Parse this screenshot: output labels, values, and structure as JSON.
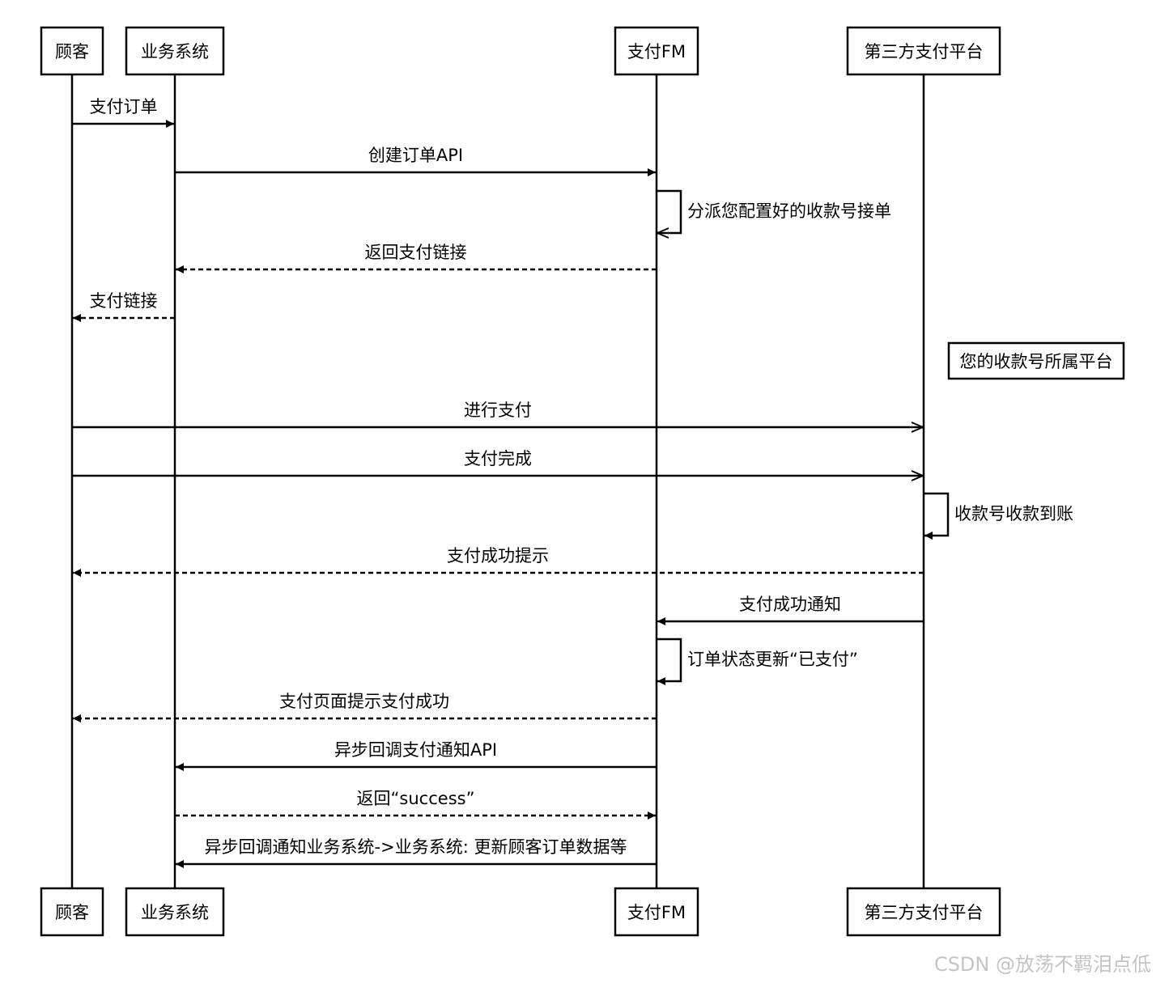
{
  "participants": [
    {
      "id": "customer",
      "label": "顾客"
    },
    {
      "id": "biz",
      "label": "业务系统"
    },
    {
      "id": "payfm",
      "label": "支付FM"
    },
    {
      "id": "thirdparty",
      "label": "第三方支付平台"
    }
  ],
  "messages": [
    {
      "from": "customer",
      "to": "biz",
      "label": "支付订单",
      "style": "solid",
      "head": "filled"
    },
    {
      "from": "biz",
      "to": "payfm",
      "label": "创建订单API",
      "style": "solid",
      "head": "filled"
    },
    {
      "from": "payfm",
      "to": "payfm",
      "label": "分派您配置好的收款号接单",
      "style": "solid",
      "head": "open"
    },
    {
      "from": "payfm",
      "to": "biz",
      "label": "返回支付链接",
      "style": "dashed",
      "head": "filled"
    },
    {
      "from": "biz",
      "to": "customer",
      "label": "支付链接",
      "style": "dashed",
      "head": "filled"
    },
    {
      "from": "customer",
      "to": "thirdparty",
      "label": "进行支付",
      "style": "solid",
      "head": "open"
    },
    {
      "from": "customer",
      "to": "thirdparty",
      "label": "支付完成",
      "style": "solid",
      "head": "open"
    },
    {
      "from": "thirdparty",
      "to": "thirdparty",
      "label": "收款号收款到账",
      "style": "solid",
      "head": "filled"
    },
    {
      "from": "thirdparty",
      "to": "customer",
      "label": "支付成功提示",
      "style": "dashed",
      "head": "filled"
    },
    {
      "from": "thirdparty",
      "to": "payfm",
      "label": "支付成功通知",
      "style": "solid",
      "head": "filled"
    },
    {
      "from": "payfm",
      "to": "payfm",
      "label": "订单状态更新“已支付”",
      "style": "solid",
      "head": "filled"
    },
    {
      "from": "payfm",
      "to": "customer",
      "label": "支付页面提示支付成功",
      "style": "dashed",
      "head": "filled"
    },
    {
      "from": "payfm",
      "to": "biz",
      "label": "异步回调支付通知API",
      "style": "solid",
      "head": "filled"
    },
    {
      "from": "biz",
      "to": "payfm",
      "label": "返回“success”",
      "style": "dashed",
      "head": "filled"
    },
    {
      "from": "payfm",
      "to": "biz",
      "label": "异步回调通知业务系统->业务系统: 更新顾客订单数据等",
      "style": "solid",
      "head": "filled"
    }
  ],
  "note": {
    "over": "thirdparty",
    "text": "您的收款号所属平台"
  },
  "watermark": "CSDN @放荡不羁泪点低"
}
